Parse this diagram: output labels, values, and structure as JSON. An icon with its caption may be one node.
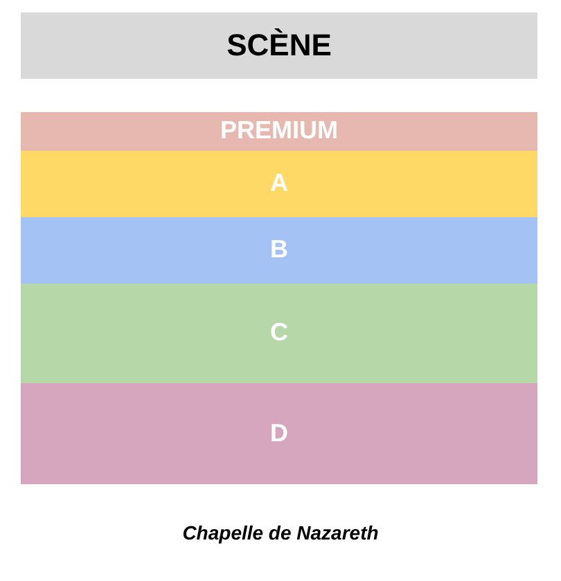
{
  "diagram": {
    "caption": "Chapelle de Nazareth",
    "nodes": [
      {
        "text": [
          "SCÈNE"
        ]
      },
      {
        "text": [
          "PREMIUM"
        ]
      },
      {
        "text": [
          "A"
        ]
      },
      {
        "text": [
          "B"
        ]
      },
      {
        "text": [
          "C"
        ]
      },
      {
        "text": [
          "D"
        ]
      }
    ],
    "edges": []
  }
}
